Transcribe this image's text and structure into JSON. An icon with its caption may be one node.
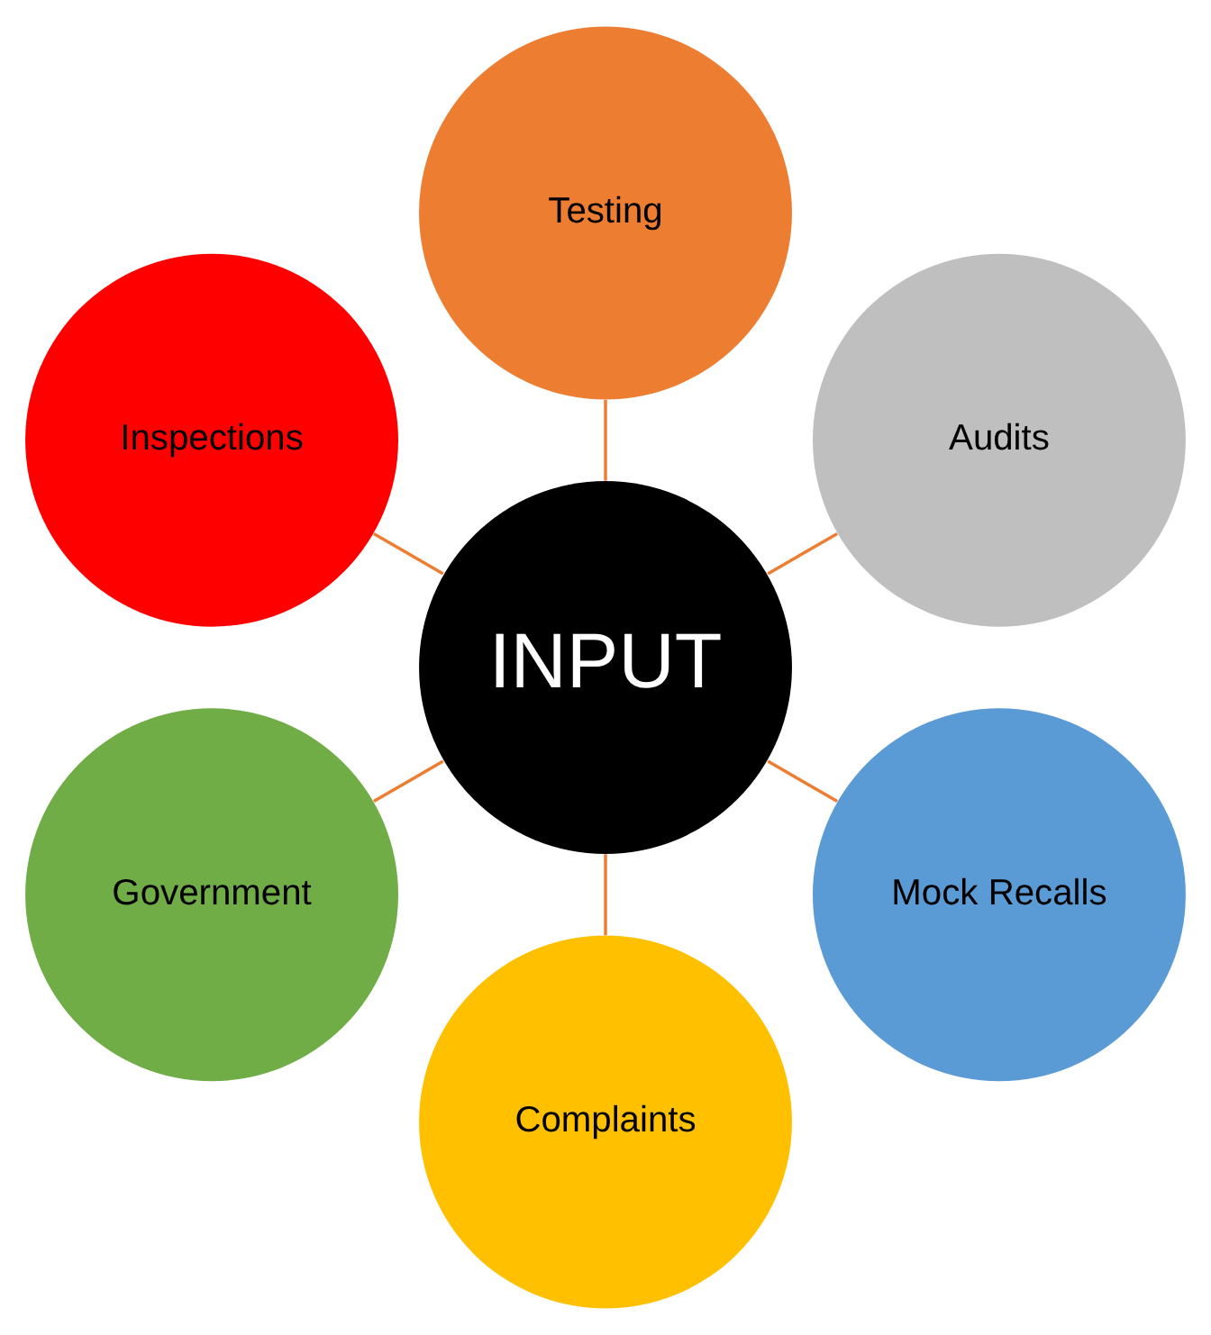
{
  "diagram": {
    "nodes": [
      {
        "text": [
          "Audits"
        ]
      },
      {
        "text": [
          "Testing"
        ]
      },
      {
        "text": [
          "Inspections"
        ]
      },
      {
        "text": [
          "INPUT"
        ]
      },
      {
        "text": [
          "Government"
        ]
      },
      {
        "text": [
          "Complaints"
        ]
      },
      {
        "text": [
          "Mock Recalls"
        ]
      }
    ],
    "edges": [
      {
        "from": 3,
        "to": 0,
        "arrow": "none"
      },
      {
        "from": 3,
        "to": 2,
        "arrow": "none"
      },
      {
        "from": 3,
        "to": 5,
        "arrow": "none"
      },
      {
        "from": 3,
        "to": 6,
        "arrow": "none"
      },
      {
        "from": 3,
        "to": 4,
        "arrow": "none"
      },
      {
        "from": 3,
        "to": 1,
        "arrow": "none"
      }
    ]
  }
}
